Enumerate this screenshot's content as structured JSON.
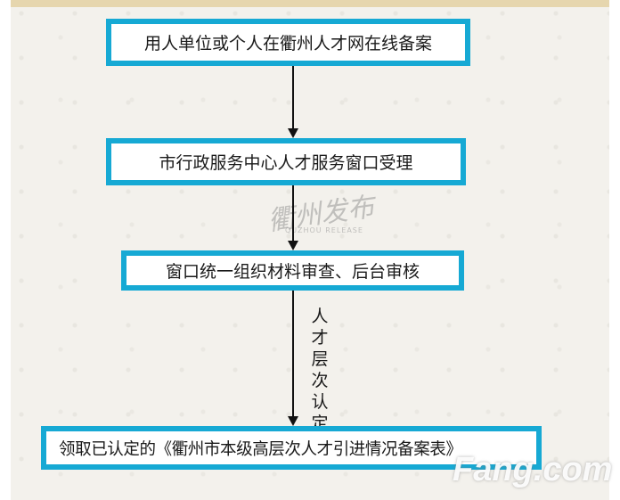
{
  "steps": [
    "用人单位或个人在衢州人才网在线备案",
    "市行政服务中心人才服务窗口受理",
    "窗口统一组织材料审查、后台审核",
    "领取已认定的《衢州市本级高层次人才引进情况备案表》"
  ],
  "edge_label": "人才层次认定",
  "watermark": {
    "main": "衢州发布",
    "sub": "QUZHOU RELEASE"
  },
  "logo_text": "Fang.com",
  "colors": {
    "box_border": "#16a9d4",
    "arrow": "#111111",
    "background": "#f3f1ec"
  }
}
